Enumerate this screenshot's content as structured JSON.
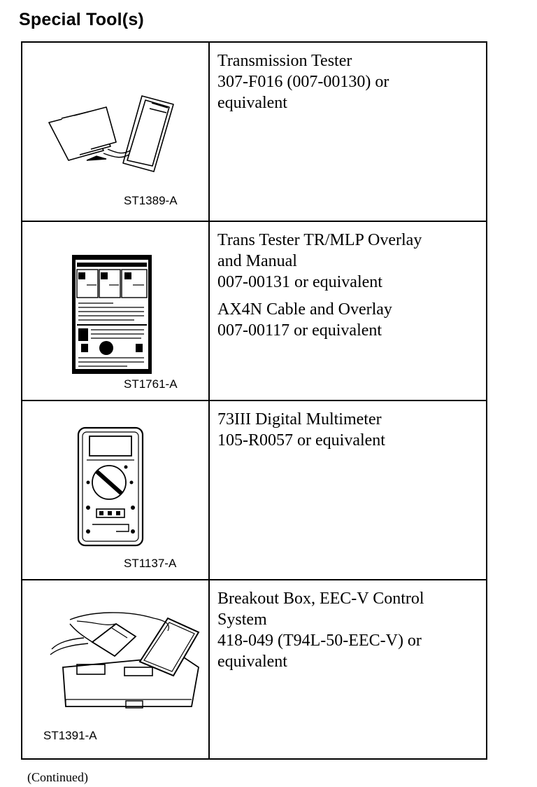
{
  "header": {
    "title": "Special Tool(s)"
  },
  "tools": [
    {
      "id": "ST1389-A",
      "blocks": [
        [
          "Transmission Tester",
          "307-F016 (007-00130) or",
          "equivalent"
        ]
      ]
    },
    {
      "id": "ST1761-A",
      "blocks": [
        [
          "Trans Tester TR/MLP Overlay",
          "and Manual",
          "007-00131 or equivalent"
        ],
        [
          "AX4N Cable and Overlay",
          "007-00117 or equivalent"
        ]
      ]
    },
    {
      "id": "ST1137-A",
      "blocks": [
        [
          "73III Digital Multimeter",
          "105-R0057 or equivalent"
        ]
      ]
    },
    {
      "id": "ST1391-A",
      "blocks": [
        [
          "Breakout Box, EEC-V Control",
          "System",
          "418-049 (T94L-50-EEC-V) or",
          "equivalent"
        ]
      ]
    }
  ],
  "footer": {
    "note": "(Continued)"
  }
}
